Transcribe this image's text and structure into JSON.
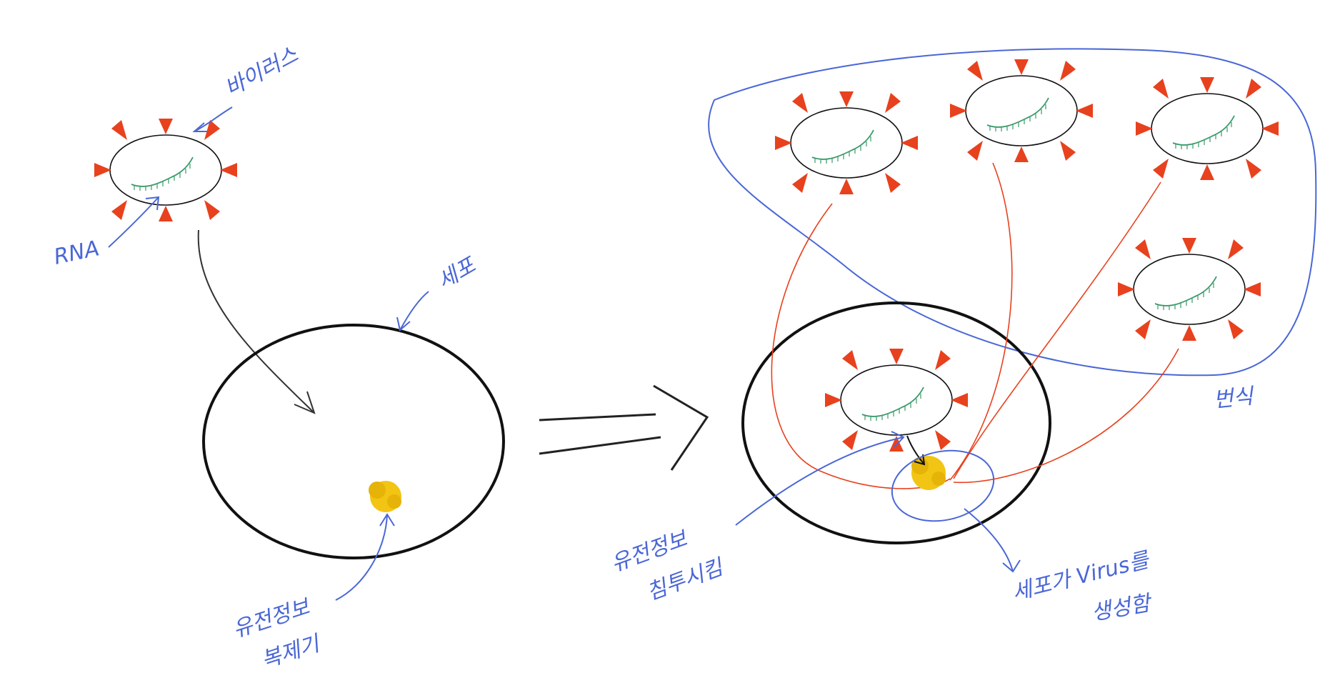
{
  "labels": {
    "virus": "바이러스",
    "rna": "RNA",
    "cell": "세포",
    "genetic_info_lines": [
      "유전정보",
      "복제기"
    ],
    "infiltrate_lines": [
      "유전정보",
      "침투시킴"
    ],
    "cell_produces_lines": [
      "세포가 Virus를",
      "생성함"
    ],
    "replication": "번식"
  },
  "colors": {
    "spike": "#e8411e",
    "rna": "#3a9a6a",
    "annotation": "#4a67d6",
    "replication_line": "#e8411e",
    "nucleus": "#f2c514",
    "outline": "#111111"
  }
}
